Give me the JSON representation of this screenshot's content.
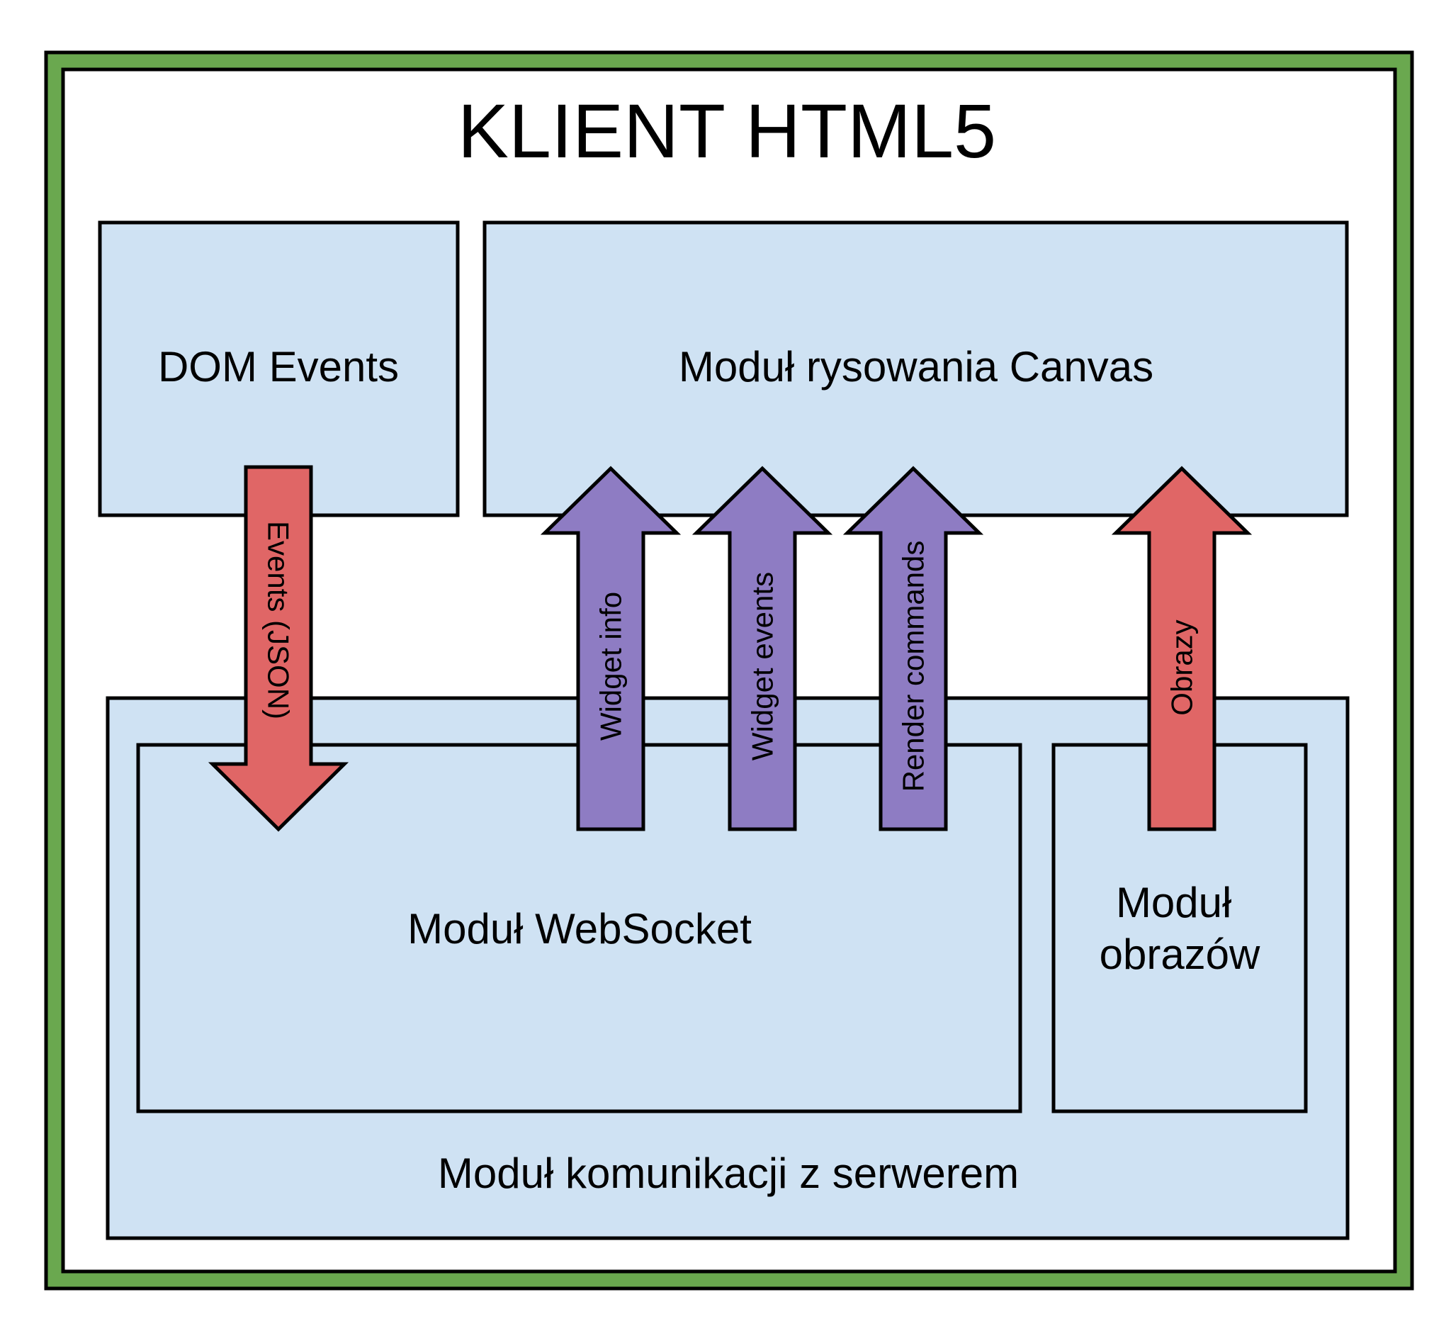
{
  "title": "KLIENT HTML5",
  "modules": {
    "dom_events": "DOM Events",
    "canvas": "Moduł rysowania Canvas",
    "websocket": "Moduł WebSocket",
    "images": [
      "Moduł",
      "obrazów"
    ],
    "server_comm": "Moduł komunikacji z serwerem"
  },
  "arrows": {
    "events_json": "Events (JSON)",
    "widget_info": "Widget info",
    "widget_events": "Widget events",
    "render_commands": "Render commands",
    "obrazy": "Obrazy"
  },
  "colors": {
    "frame_green": "#6aa84f",
    "box_fill": "#cfe2f3",
    "arrow_red": "#e06666",
    "arrow_purple": "#8e7cc3",
    "stroke": "#000000"
  }
}
